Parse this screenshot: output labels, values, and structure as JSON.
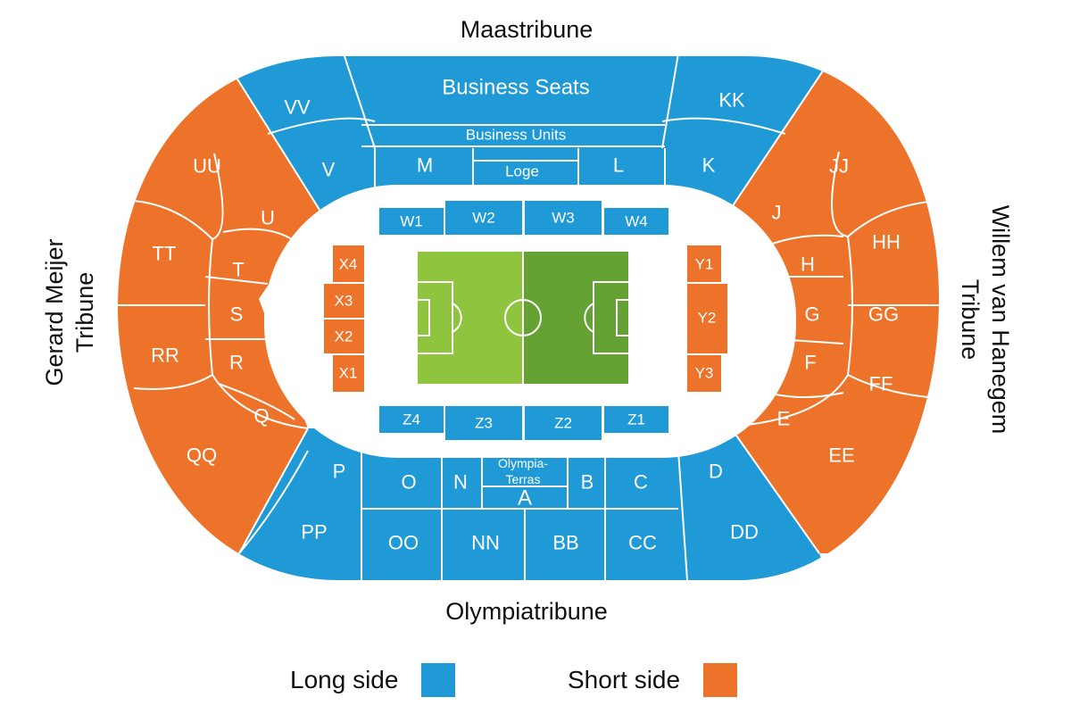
{
  "colors": {
    "long": "#1f9ad6",
    "short": "#ee732a",
    "pitch_light": "#8fc43f",
    "pitch_dark": "#63a233",
    "separator": "#ffffff"
  },
  "stands": {
    "north": "Maastribune",
    "south": "Olympiatribune",
    "west_line1": "Gerard Meijer",
    "west_line2": "Tribune",
    "east_line1": "Willem van Hanegem",
    "east_line2": "Tribune"
  },
  "sections": {
    "business_seats": "Business Seats",
    "business_units": "Business Units",
    "loge": "Loge",
    "olympia_terras_1": "Olympia-",
    "olympia_terras_2": "Terras",
    "VV": "VV",
    "KK": "KK",
    "V": "V",
    "M": "M",
    "L": "L",
    "K": "K",
    "UU": "UU",
    "TT": "TT",
    "RR": "RR",
    "QQ": "QQ",
    "U": "U",
    "T": "T",
    "S": "S",
    "R": "R",
    "Q": "Q",
    "JJ": "JJ",
    "HH": "HH",
    "GG": "GG",
    "FF": "FF",
    "EE": "EE",
    "J": "J",
    "H": "H",
    "G": "G",
    "F": "F",
    "E": "E",
    "P": "P",
    "O": "O",
    "N": "N",
    "A": "A",
    "B": "B",
    "C": "C",
    "D": "D",
    "PP": "PP",
    "OO": "OO",
    "NN": "NN",
    "BB": "BB",
    "CC": "CC",
    "DD": "DD",
    "W1": "W1",
    "W2": "W2",
    "W3": "W3",
    "W4": "W4",
    "Z1": "Z1",
    "Z2": "Z2",
    "Z3": "Z3",
    "Z4": "Z4",
    "X1": "X1",
    "X2": "X2",
    "X3": "X3",
    "X4": "X4",
    "Y1": "Y1",
    "Y2": "Y2",
    "Y3": "Y3"
  },
  "legend": {
    "long_label": "Long side",
    "short_label": "Short side"
  }
}
